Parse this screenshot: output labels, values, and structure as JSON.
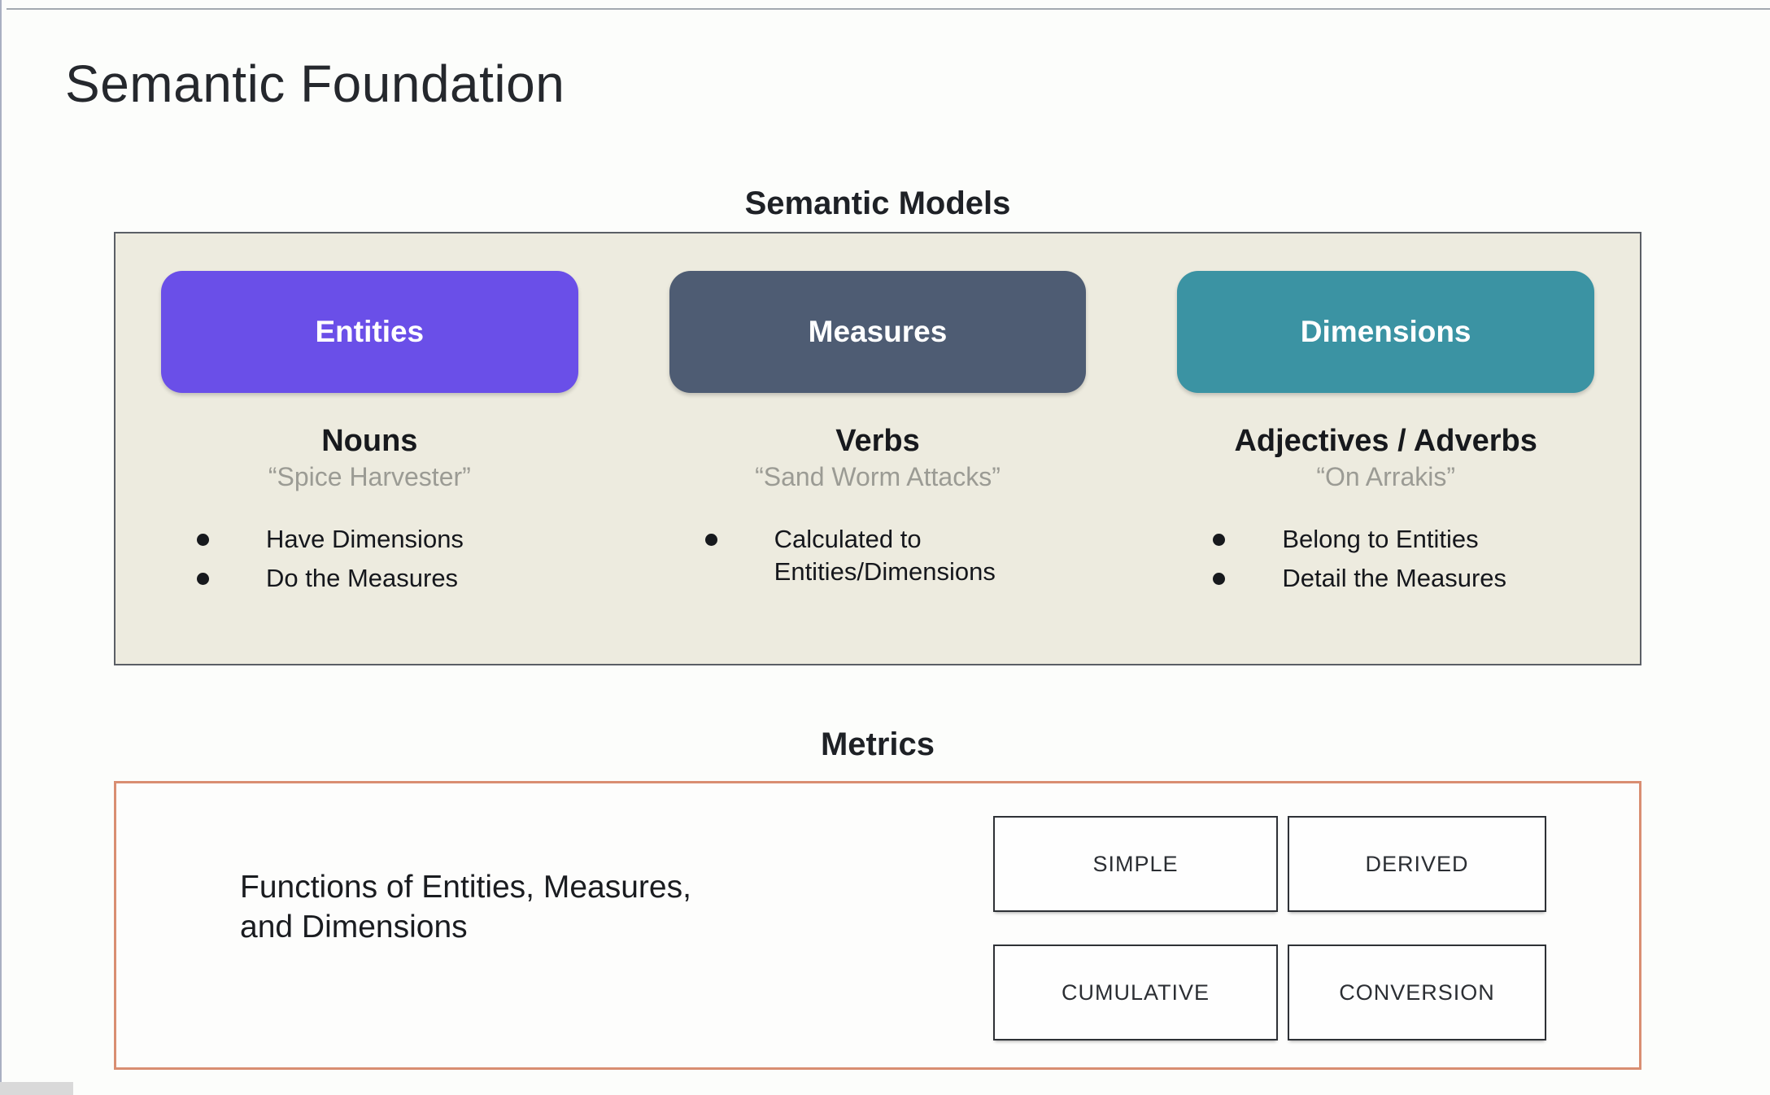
{
  "title": "Semantic Foundation",
  "semantic_models": {
    "heading": "Semantic Models",
    "panel_bg": "#edebdf",
    "columns": [
      {
        "label": "Entities",
        "color": "#6a4fe8",
        "subtitle": "Nouns",
        "quote": "“Spice Harvester”",
        "bullets": [
          "Have Dimensions",
          "Do the Measures"
        ]
      },
      {
        "label": "Measures",
        "color": "#4e5c73",
        "subtitle": "Verbs",
        "quote": "“Sand Worm Attacks”",
        "bullets": [
          "Calculated to\nEntities/Dimensions"
        ]
      },
      {
        "label": "Dimensions",
        "color": "#3b93a3",
        "subtitle": "Adjectives / Adverbs",
        "quote": "“On Arrakis”",
        "bullets": [
          "Belong to Entities",
          "Detail the Measures"
        ]
      }
    ]
  },
  "metrics": {
    "heading": "Metrics",
    "border_color": "#d98e72",
    "description": "Functions of Entities, Measures,\nand Dimensions",
    "types": [
      "SIMPLE",
      "DERIVED",
      "CUMULATIVE",
      "CONVERSION"
    ]
  }
}
